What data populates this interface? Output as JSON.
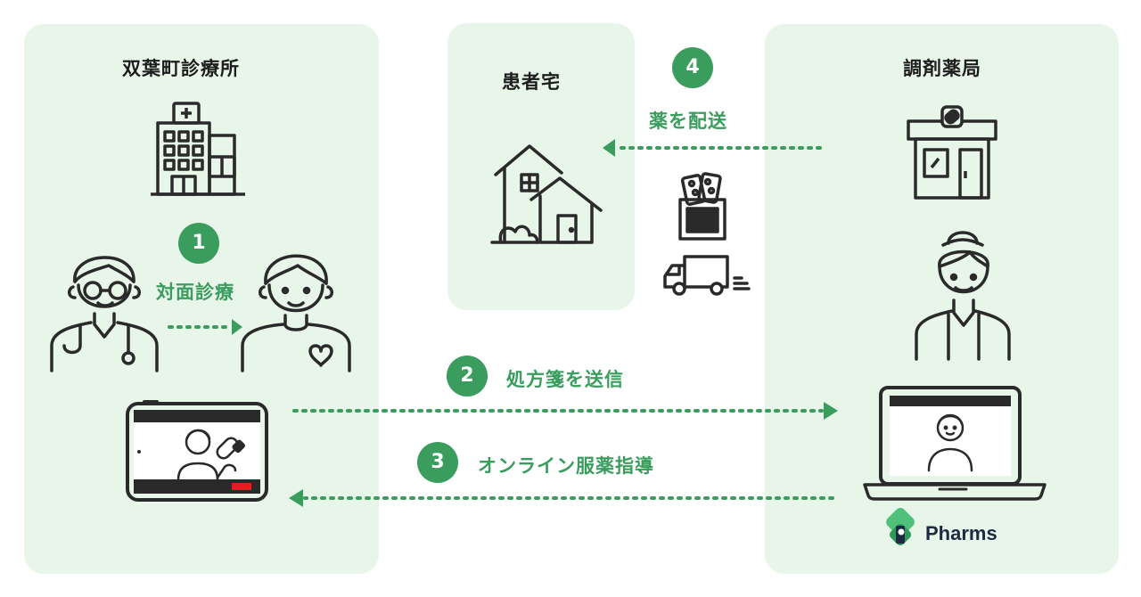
{
  "panels": {
    "clinic": "双葉町診療所",
    "home": "患者宅",
    "pharmacy": "調剤薬局"
  },
  "steps": [
    {
      "num": "1",
      "label": "対面診療"
    },
    {
      "num": "2",
      "label": "処方箋を送信"
    },
    {
      "num": "3",
      "label": "オンライン服薬指導"
    },
    {
      "num": "4",
      "label": "薬を配送"
    }
  ],
  "brand": "Pharms",
  "colors": {
    "accent": "#3a9d5d",
    "panel": "#e8f6ea",
    "stroke": "#2a2a2a",
    "record": "#e02020"
  },
  "icons": [
    "hospital-icon",
    "doctor-icon",
    "patient-icon",
    "tablet-icon",
    "house-icon",
    "medicine-box-icon",
    "truck-icon",
    "pharmacy-store-icon",
    "pharmacist-icon",
    "laptop-icon",
    "pharms-logo"
  ]
}
